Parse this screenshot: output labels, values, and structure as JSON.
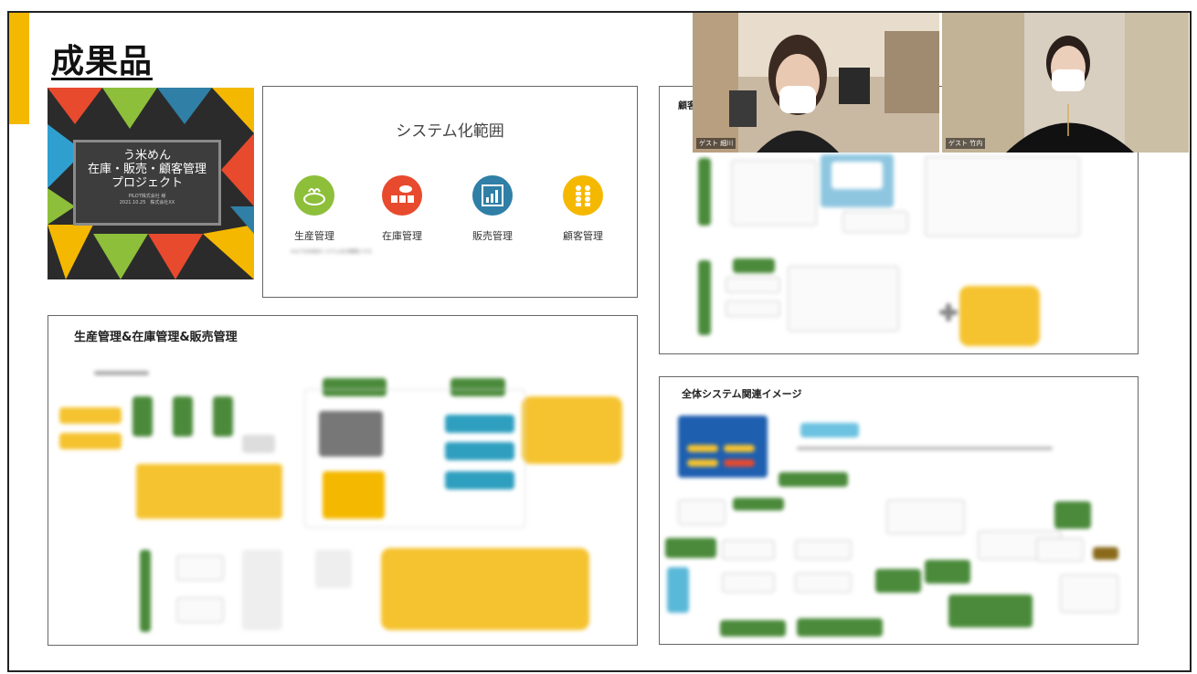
{
  "slide": {
    "title": "成果品"
  },
  "cover": {
    "line1": "う米めん",
    "line2": "在庫・販売・顧客管理",
    "line3": "プロジェクト",
    "sub1": "PILOT株式会社 様",
    "sub2": "2021.10.25　株式会社XX"
  },
  "system_scope": {
    "title": "システム化範囲",
    "items": [
      {
        "label": "生産管理",
        "color": "#8dbf3a",
        "icon": "production-icon"
      },
      {
        "label": "在庫管理",
        "color": "#e84a2e",
        "icon": "inventory-icon"
      },
      {
        "label": "販売管理",
        "color": "#2f7fa6",
        "icon": "sales-chart-icon"
      },
      {
        "label": "顧客管理",
        "color": "#f5b800",
        "icon": "customers-icon"
      }
    ],
    "note": "※以下の内容をシステム化の範囲とする"
  },
  "diagram_production": {
    "title": "生産管理&在庫管理&販売管理"
  },
  "diagram_customer": {
    "title": "顧客管理"
  },
  "diagram_overall": {
    "title": "全体システム関連イメージ"
  },
  "participants": [
    {
      "name": "ゲスト 細川"
    },
    {
      "name": "ゲスト 竹内"
    }
  ]
}
